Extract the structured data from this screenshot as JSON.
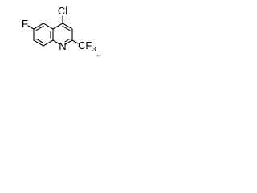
{
  "molecule": {
    "atoms": {
      "chlorine": "Cl",
      "fluorine": "F",
      "nitrogen": "N",
      "cf3_carbon": "CF",
      "cf3_subscript": "3"
    },
    "end_mark": "↵"
  },
  "colors": {
    "ink": "#000000",
    "background": "#ffffff",
    "end_mark": "#9a9a9a"
  }
}
